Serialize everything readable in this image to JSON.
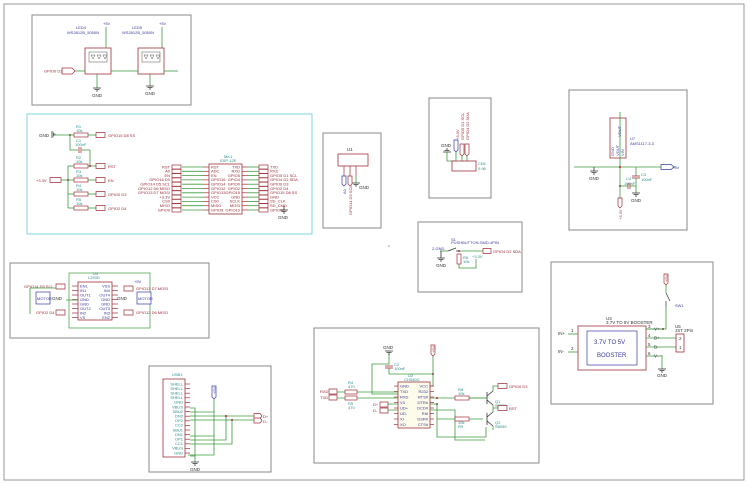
{
  "sheet": {
    "title": "ESP-12E Board Schematic",
    "colors": {
      "wire": "#3c9a3c",
      "pin": "#a0303a",
      "net_label": "#3a3aa0",
      "value_text": "#2a8a8a",
      "frame": "#8a8a8a",
      "highlight_frame": "#7fd6e0"
    }
  },
  "blocks": {
    "leds": {
      "led1": {
        "ref": "LED4",
        "part": "WS2812B_5050N",
        "supply": "+5V"
      },
      "led2": {
        "ref": "LED5",
        "part": "WS2812B_5050N",
        "supply": "+5V"
      },
      "input_net": "GPIO0 D3",
      "gnd1": "GND",
      "gnd2": "GND"
    },
    "mcu": {
      "gnd_net": "GND",
      "vcc_net": "+3.3V",
      "r1": {
        "ref": "R1",
        "value": "10k"
      },
      "c1": {
        "ref": "C1",
        "value": "100nF"
      },
      "r2": {
        "ref": "R2",
        "value": "10k"
      },
      "r3": {
        "ref": "R3",
        "value": "10k"
      },
      "r4": {
        "ref": "R4",
        "value": "10k"
      },
      "r5": {
        "ref": "R5",
        "value": "10k"
      },
      "pullup_nets": [
        "GPIO15 D8 SS",
        "RST",
        "EN",
        "GPIO0 D3",
        "GPIO2 D4"
      ],
      "chip_ref": "MK1",
      "chip_part": "ESP-12E",
      "left_pins": [
        "RST",
        "ADC",
        "EN",
        "GPIO16",
        "GPIO14",
        "GPIO12",
        "GPIO13",
        "VCC",
        "CS0",
        "MISO",
        "GPIO9"
      ],
      "right_pins": [
        "TXD",
        "RXD",
        "GPIO5",
        "GPIO4",
        "GPIO0",
        "GPIO2",
        "GPIO15",
        "GND",
        "SCLK",
        "MOSI",
        "GPIO10"
      ],
      "left_nets": [
        "RST",
        "A0",
        "EN",
        "GPIO16 D0",
        "GPIO14 D5 SCL",
        "GPIO12 D6 MISO",
        "GPIO13 D7 MOSI",
        "+3.3V",
        "CS0",
        "MISO",
        "GPIO9"
      ],
      "right_nets": [
        "TXD",
        "RXD",
        "GPIO5 D1 SCL",
        "GPIO4 D2 SDA",
        "GPIO0 D3",
        "GPIO2 D4",
        "GPIO15 D8 SS",
        "GND",
        "SD_CLK",
        "SD_CMD",
        "GPIO10"
      ],
      "right_gnd": "GND"
    },
    "header3": {
      "ref": "U1",
      "net_a": "A0",
      "net_b": "GPIO14 D5 SCL",
      "gnd": "GND"
    },
    "oled": {
      "ref": "CN1",
      "value": "0.96",
      "nets": [
        "+3.3V",
        "GPIO5 D1 SCL",
        "GPIO4 D2 SDA"
      ],
      "gnd": "GND"
    },
    "regulator": {
      "ref": "U7",
      "part": "AMS1117-3.3",
      "pins": [
        "GND",
        "VOUT",
        "VIN"
      ],
      "tab": "VOUT",
      "c3": {
        "ref": "C3",
        "value": "100nF"
      },
      "c4": {
        "ref": "C4",
        "value": "100nF"
      },
      "in_net": "+5V",
      "out_net": "+3.3V",
      "gnd1": "GND",
      "gnd2": "GND"
    },
    "button": {
      "ref": "S1",
      "part": "PUSHBUTTON-SMD-4PIN",
      "net_left": "2-GND",
      "net_right": "GPIO4 D2 SDA",
      "resistor": {
        "ref": "R6",
        "value": "10k"
      },
      "supply": "+3.3V",
      "gnd": "GND"
    },
    "motor": {
      "chip_ref": "U4",
      "chip_part": "L293D",
      "left_pins": [
        "EN1",
        "IN1",
        "OUT1",
        "GND",
        "GND",
        "OUT2",
        "IN2",
        "VS"
      ],
      "right_pins": [
        "VSS",
        "IN4",
        "OUT4",
        "GND",
        "GND",
        "OUT3",
        "IN3",
        "EN2"
      ],
      "nets_left": [
        "GPIO14 D5 SCL",
        "GPIO2 D4"
      ],
      "nets_right": [
        "GPIO13 D7 MOSI",
        "GPIO12 D6 MISO"
      ],
      "vss": "+5V",
      "motor_left": "MOTOR",
      "motor_right": "MOTOR",
      "gnd_left": "GND",
      "gnd_right": "GND"
    },
    "booster": {
      "ref": "U3",
      "part": "3.7V TO 5V BOOSTER",
      "label_line1": "3.7V TO 5V",
      "label_line2": "BOOSTER",
      "in_pins": [
        "IN+",
        "IN-"
      ],
      "in_pin_numbers": [
        "1",
        "2"
      ],
      "out_pins": [
        "V+",
        "B+",
        "B-",
        "V-"
      ],
      "out_pin_numbers": [
        "3",
        "4",
        "5",
        "6"
      ],
      "switch_ref": "SW1",
      "out_net": "+5V",
      "connector_ref": "U5",
      "connector_part": "JST 2Pin",
      "connector_pins": [
        "2",
        "1"
      ],
      "gnd": "GND"
    },
    "usb_uart": {
      "chip_ref": "U2",
      "chip_part": "CH340G",
      "left_pins": [
        "GND",
        "TXD",
        "RXD",
        "V3",
        "UD+",
        "UD-",
        "XI",
        "XO"
      ],
      "right_pins": [
        "VCC",
        "R232",
        "RTS#",
        "DTR#",
        "DCD#",
        "RI#",
        "DSR#",
        "CTS#"
      ],
      "gnd": "GND",
      "supply": "+5V",
      "c2": {
        "ref": "C2",
        "value": "100nF"
      },
      "r4": {
        "ref": "R4",
        "value": "470"
      },
      "r5": {
        "ref": "R5",
        "value": "470"
      },
      "rx_tx_nets": [
        "RXD",
        "TXD"
      ],
      "usb_nets": [
        "D+",
        "D-"
      ],
      "r8": {
        "ref": "R8",
        "value": "10k"
      },
      "r9": {
        "ref": "R9",
        "value": "10k"
      },
      "q1": {
        "ref": "Q1",
        "part": "S8050"
      },
      "q2": {
        "ref": "Q2",
        "part": "S8050"
      },
      "out_nets": [
        "GPIO0 D3",
        "RST"
      ]
    },
    "usb_c": {
      "ref": "USB1",
      "pins": [
        "SHELL",
        "SHELL",
        "SHELL",
        "SHELL",
        "GND",
        "VBUS",
        "SBU2",
        "DN2",
        "DP2",
        "CC2",
        "SBU1",
        "DN1",
        "DP1",
        "CC1",
        "VBUS",
        "GND"
      ],
      "supply": "+5V",
      "out_nets": [
        "D+",
        "D-"
      ],
      "gnd": "GND"
    }
  }
}
